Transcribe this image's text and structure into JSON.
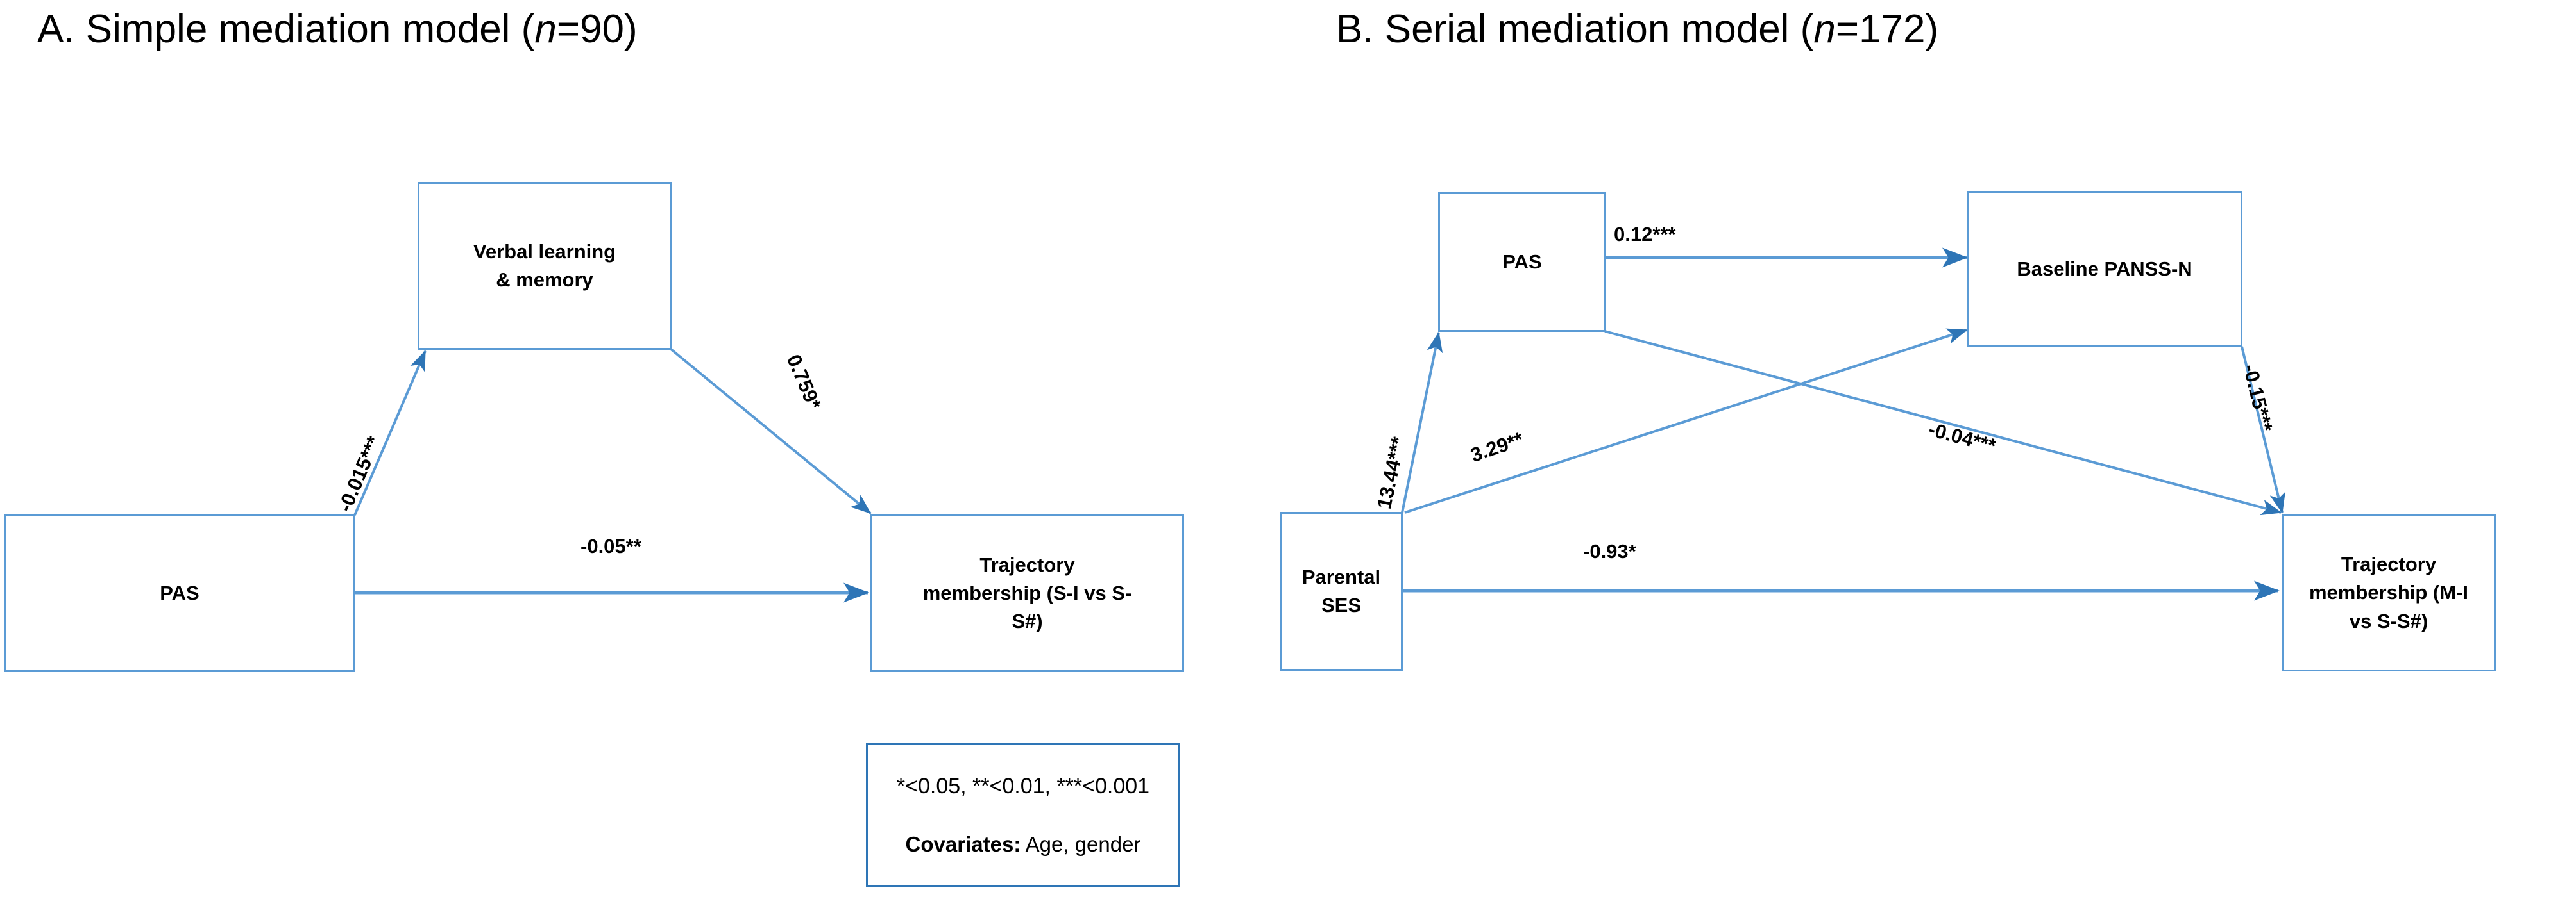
{
  "figure": {
    "type": "path-diagram",
    "accent_color": "#5B9BD5",
    "legend_border_color": "#2E75B6",
    "text_color": "#000000",
    "background": "#ffffff"
  },
  "panels": [
    {
      "id": "A",
      "title_prefix": "A. Simple mediation model (",
      "title_italic": "n",
      "title_suffix": "=90)",
      "title_full": "A. Simple mediation model (n=90)",
      "nodes": [
        {
          "id": "a-pas",
          "label": "PAS"
        },
        {
          "id": "a-mediator",
          "label": "Verbal learning & memory"
        },
        {
          "id": "a-outcome",
          "label": "Trajectory membership (S-I vs S-S#)"
        }
      ],
      "paths": [
        {
          "id": "a-path-a",
          "from": "a-pas",
          "to": "a-mediator",
          "label": "-0.015***",
          "coefficient": -0.015,
          "stars": 3
        },
        {
          "id": "a-path-b",
          "from": "a-mediator",
          "to": "a-outcome",
          "label": "0.759*",
          "coefficient": 0.759,
          "stars": 1
        },
        {
          "id": "a-path-direct",
          "from": "a-pas",
          "to": "a-outcome",
          "label": "-0.05**",
          "coefficient": -0.05,
          "stars": 2
        }
      ]
    },
    {
      "id": "B",
      "title_prefix": "B. Serial mediation model (",
      "title_italic": "n",
      "title_suffix": "=172)",
      "title_full": "B. Serial mediation model (n=172)",
      "nodes": [
        {
          "id": "b-ses",
          "label": "Parental SES"
        },
        {
          "id": "b-pas",
          "label": "PAS"
        },
        {
          "id": "b-panss",
          "label": "Baseline PANSS-N"
        },
        {
          "id": "b-outcome",
          "label": "Trajectory membership (M-I vs S-S#)"
        }
      ],
      "paths": [
        {
          "id": "b-path-ses-pas",
          "from": "b-ses",
          "to": "b-pas",
          "label": "13.44***",
          "coefficient": 13.44,
          "stars": 3
        },
        {
          "id": "b-path-pas-panss",
          "from": "b-pas",
          "to": "b-panss",
          "label": "0.12***",
          "coefficient": 0.12,
          "stars": 3
        },
        {
          "id": "b-path-ses-panss",
          "from": "b-ses",
          "to": "b-panss",
          "label": "3.29**",
          "coefficient": 3.29,
          "stars": 2
        },
        {
          "id": "b-path-pas-out",
          "from": "b-pas",
          "to": "b-outcome",
          "label": "-0.04***",
          "coefficient": -0.04,
          "stars": 3
        },
        {
          "id": "b-path-panss-out",
          "from": "b-panss",
          "to": "b-outcome",
          "label": "-0.15***",
          "coefficient": -0.15,
          "stars": 3
        },
        {
          "id": "b-path-direct",
          "from": "b-ses",
          "to": "b-outcome",
          "label": "-0.93*",
          "coefficient": -0.93,
          "stars": 1
        }
      ]
    }
  ],
  "legend": {
    "significance": "*<0.05, **<0.01,  ***<0.001",
    "covariates_label": "Covariates:",
    "covariates_value": " Age, gender"
  }
}
